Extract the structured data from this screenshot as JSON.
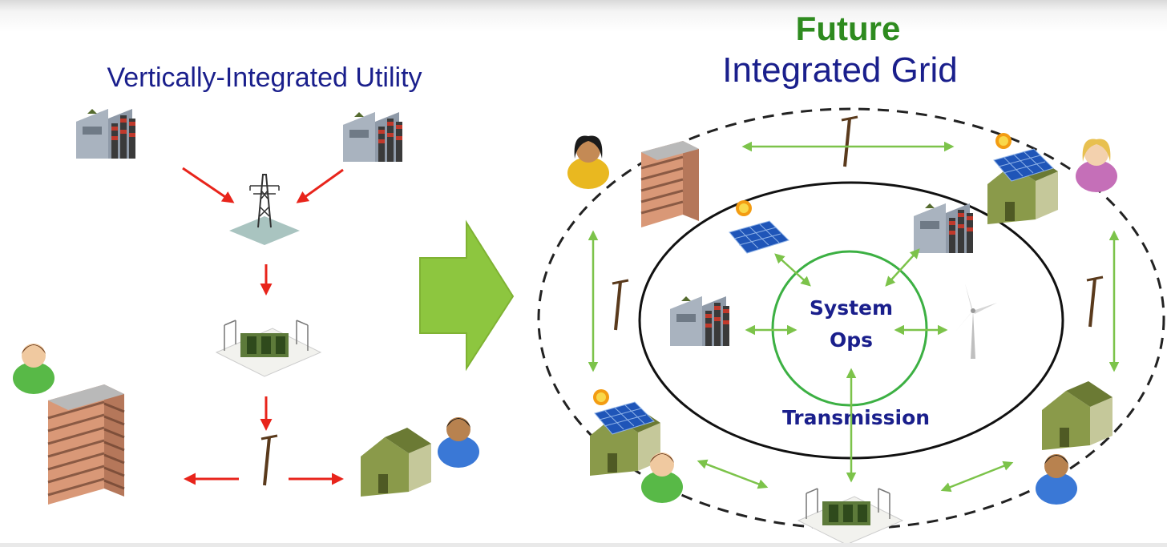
{
  "left_panel": {
    "title": "Vertically-Integrated Utility"
  },
  "right_panel": {
    "title_line1": "Future",
    "title_line2": "Integrated Grid",
    "center_label_line1": "System",
    "center_label_line2": "Ops",
    "transmission_label": "Transmission"
  },
  "colors": {
    "title_blue": "#1a1f8c",
    "future_green": "#2e8b1f",
    "red_arrow": "#e8241b",
    "green_arrow": "#7cc34a",
    "big_arrow": "#8dc63f",
    "center_circle": "#3cb043"
  }
}
